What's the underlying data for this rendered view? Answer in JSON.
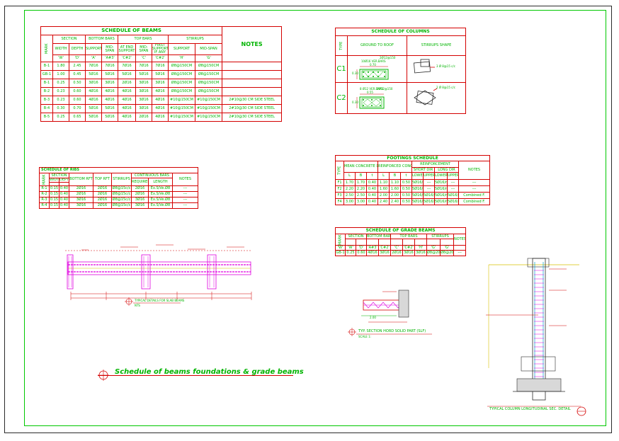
{
  "beams": {
    "title": "SCHEDULE  OF  BEAMS",
    "notes_header": "NOTES",
    "mark_header": "MARK",
    "section_header": "SECTION",
    "bottom_header": "BOTTOM BARS",
    "top_header": "TOP BARS",
    "stirrups_header": "STIRRUPS",
    "sub_headers": [
      "WIDTH",
      "DEPTH",
      "SUPPORT",
      "MID-SPAN",
      "AT END SUPPORT",
      "MID-SPAN",
      "FIRST SUPPORT IF ANY",
      "SUPPORT",
      "MID-SPAN"
    ],
    "sub_letters": [
      "'W'",
      "'D'",
      "'A'",
      "'A#3'",
      "'C#2'",
      "'C'",
      "'C#2'",
      "'H'",
      "'G'"
    ],
    "rows": [
      [
        "B-1",
        "1.80",
        "2.45",
        "7Ø16",
        "7Ø16",
        "7Ø16",
        "7Ø16",
        "7Ø16",
        "Ø8@150CM",
        "Ø8@150CM",
        ""
      ],
      [
        "GB-1",
        "1.00",
        "0.45",
        "5Ø16",
        "5Ø16",
        "5Ø16",
        "5Ø16",
        "5Ø16",
        "Ø8@150CM",
        "Ø8@150CM",
        ""
      ],
      [
        "B-1",
        "0.25",
        "0.50",
        "3Ø16",
        "3Ø16",
        "2Ø16",
        "3Ø16",
        "3Ø16",
        "Ø8@150CM",
        "Ø8@150CM",
        ""
      ],
      [
        "B-2",
        "0.23",
        "0.60",
        "4Ø16",
        "4Ø16",
        "4Ø16",
        "3Ø16",
        "4Ø16",
        "Ø8@150CM",
        "Ø8@150CM",
        ""
      ],
      [
        "B-3",
        "0.23",
        "0.60",
        "4Ø16",
        "4Ø16",
        "4Ø16",
        "3Ø16",
        "4Ø16",
        "#10@150CM",
        "#10@150CM",
        "2#10@30 CM SIDE STEEL"
      ],
      [
        "B-4",
        "0.30",
        "0.70",
        "5Ø16",
        "5Ø16",
        "4Ø16",
        "3Ø16",
        "4Ø16",
        "#10@150CM",
        "#10@150CM",
        "2#10@30 CM SIDE STEEL"
      ],
      [
        "B-5",
        "0.25",
        "0.65",
        "5Ø16",
        "5Ø16",
        "4Ø16",
        "2Ø16",
        "4Ø16",
        "#10@150CM",
        "#10@150CM",
        "2#10@30 CM SIDE STEEL"
      ]
    ]
  },
  "columns": {
    "title": "SCHEDULE  OF  COLUMNS",
    "type_header": "TYPE",
    "ground_header": "GROUND TO ROOF",
    "stirrups_header": "STIRRUPS SHAPE",
    "c1_label": "C1",
    "c2_label": "C2",
    "c1_bars": "10Ø16 VER.BARS",
    "c1_stirrup": "2Ø12@150",
    "c1_width": "0.70",
    "c1_depth": "0.30",
    "c2_bars": "8 Ø12 VER.BARS",
    "c2_stirrup": "2Ø12@150",
    "c2_width": "0.55",
    "c2_depth": "0.30",
    "shape1_note": "3 Ø 8@15 c/c",
    "shape2_note": "2 Ø 8@15 c/c"
  },
  "ribs": {
    "title": "SCHEDULE OF RIBS",
    "headers": [
      "MARK",
      "SECTION",
      "BOTTOM RFT",
      "TOP RFT",
      "STIRRUPS",
      "CONTINUOUS BARS",
      "NOTES"
    ],
    "sub_headers": [
      "WIDTH",
      "DEPTH",
      "REQUIRED",
      "LENGTH"
    ],
    "rows": [
      [
        "R-1",
        "0.15",
        "0.40",
        "2Ø16",
        "2Ø16",
        "Ø8@15c/c",
        "2Ø16",
        "Ex.S/Ve.Ø8",
        "---"
      ],
      [
        "R-2",
        "0.15",
        "0.40",
        "2Ø16",
        "2Ø16",
        "Ø8@15c/c",
        "2Ø16",
        "Ex.S/Ve.Ø8",
        "---"
      ],
      [
        "R-3",
        "0.15",
        "0.40",
        "3Ø16",
        "2Ø16",
        "Ø8@15c/c",
        "3Ø16",
        "Ex.S/Ve.Ø8",
        "---"
      ],
      [
        "R-4",
        "0.15",
        "0.40",
        "3Ø16",
        "2Ø16",
        "Ø8@15c/c",
        "3Ø16",
        "Ex.S/Ve.Ø8",
        "---"
      ]
    ]
  },
  "footings": {
    "title": "FOOTINGS  SCHEDULE",
    "headers": [
      "TYPE",
      "MEAN CONCRETE DIMENSION",
      "REINFORCED CONCRETE DIMENSION",
      "REINFORCEMENT",
      "NOTES"
    ],
    "sub_headers": [
      "SHORT DIR",
      "LONG DIR"
    ],
    "rows": [
      [
        "F1",
        "1.70",
        "1.70",
        "0.40",
        "1.10",
        "1.10",
        "0.50",
        "5Ø16/m",
        "---",
        "5Ø16/m",
        "---",
        "---"
      ],
      [
        "F2",
        "2.20",
        "2.20",
        "0.40",
        "1.60",
        "1.60",
        "0.50",
        "5Ø16/m",
        "---",
        "5Ø16/m",
        "---",
        "---"
      ],
      [
        "F3",
        "2.50",
        "2.50",
        "0.40",
        "2.00",
        "2.00",
        "0.50",
        "5Ø16/m",
        "5Ø16/m",
        "5Ø16/m",
        "5Ø16/m",
        "Combined F."
      ],
      [
        "F4",
        "3.00",
        "3.00",
        "0.40",
        "2.40",
        "2.40",
        "0.50",
        "5Ø16/m",
        "5Ø16/m",
        "5Ø16/m",
        "5Ø16/m",
        "Combined F."
      ]
    ]
  },
  "grade_beams": {
    "title": "SCHEDULE  OF  GRADE  BEAMS",
    "headers": [
      "MARK",
      "SECTION",
      "BOTTOM BARS",
      "TOP BARS",
      "STIRRUPS",
      "NOTES"
    ],
    "row": [
      "GB-1",
      "0.25",
      "0.60",
      "4Ø16",
      "3Ø16",
      "2Ø16",
      "3Ø16",
      "3Ø16",
      "Ø8@20",
      "Ø8@20",
      "---"
    ]
  },
  "slab_detail": {
    "caption": "TYPICAL DETAILS FOR SLAB BEAMS",
    "scale": "NTS"
  },
  "solid_section": {
    "caption": "TYP. SECTION  HORD SOLID PART (SLF)",
    "scale": "SCALE 1:",
    "label": "2.00"
  },
  "column_detail": {
    "caption": "TYPICAL COLUMN LONGITUDINAL SEC. DETAIL"
  },
  "drawing_title": "Schedule  of  beams foundations  &  grade beams",
  "colors": {
    "line": "#d40000",
    "text": "#00b400",
    "magenta": "#e000e0",
    "yellow": "#d8c000",
    "cyan": "#00a0d0"
  }
}
